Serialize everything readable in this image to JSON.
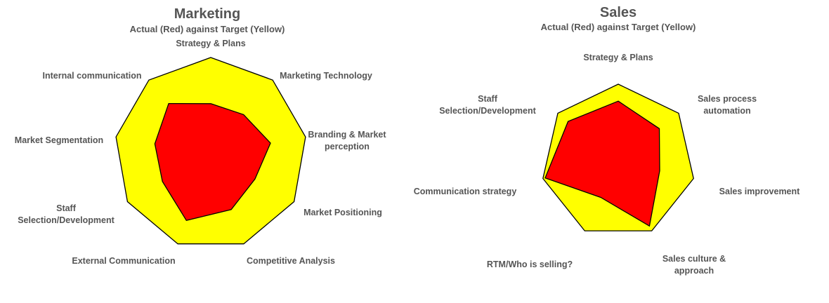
{
  "chart_data": [
    {
      "type": "radar",
      "title": "Marketing",
      "subtitle": "Actual (Red) against Target (Yellow)",
      "categories": [
        "Strategy & Plans",
        "Marketing Technology",
        "Branding & Market perception",
        "Market Positioning",
        "Competitive Analysis",
        "External Communication",
        "Staff Selection/Development",
        "Market Segmentation",
        "Internal communication"
      ],
      "category_lines": [
        [
          "Strategy & Plans"
        ],
        [
          "Marketing Technology"
        ],
        [
          "Branding & Market",
          "perception"
        ],
        [
          "Market Positioning"
        ],
        [
          "Competitive Analysis"
        ],
        [
          "External Communication"
        ],
        [
          "Staff",
          "Selection/Development"
        ],
        [
          "Market Segmentation"
        ],
        [
          "Internal communication"
        ]
      ],
      "rlim": [
        0,
        10
      ],
      "series": [
        {
          "name": "Target",
          "color": "#FFFF00",
          "values": [
            10,
            10,
            10,
            10,
            10,
            10,
            10,
            10,
            10
          ]
        },
        {
          "name": "Actual",
          "color": "#FF0000",
          "values": [
            5.2,
            5.3,
            6.3,
            5.3,
            6.2,
            7.4,
            5.8,
            5.9,
            6.8
          ]
        }
      ],
      "grid": false
    },
    {
      "type": "radar",
      "title": "Sales",
      "subtitle": "Actual (Red) against Target (Yellow)",
      "categories": [
        "Strategy & Plans",
        "Sales process automation",
        "Sales improvement",
        "Sales culture & approach",
        "RTM/Who is selling?",
        "Communication strategy",
        "Staff Selection/Development"
      ],
      "category_lines": [
        [
          "Strategy & Plans"
        ],
        [
          "Sales process",
          "automation"
        ],
        [
          "Sales improvement"
        ],
        [
          "Sales culture &",
          "approach"
        ],
        [
          "RTM/Who is selling?"
        ],
        [
          "Communication strategy"
        ],
        [
          "Staff",
          "Selection/Development"
        ]
      ],
      "rlim": [
        0,
        10
      ],
      "series": [
        {
          "name": "Target",
          "color": "#FFFF00",
          "values": [
            10,
            10,
            10,
            10,
            10,
            10,
            10
          ]
        },
        {
          "name": "Actual",
          "color": "#FF0000",
          "values": [
            7.8,
            6.8,
            5.5,
            9.3,
            5.2,
            9.7,
            8.3
          ]
        }
      ],
      "grid": false
    }
  ]
}
